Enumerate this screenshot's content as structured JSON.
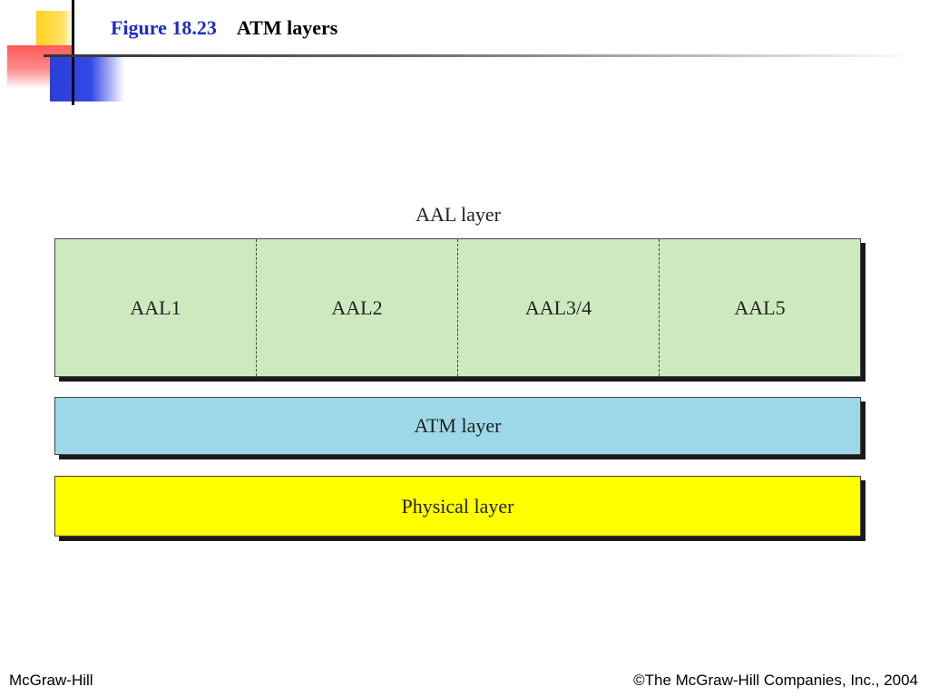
{
  "header": {
    "figure_number": "Figure 18.23",
    "figure_title": "ATM layers"
  },
  "diagram": {
    "aal_title": "AAL layer",
    "aal_cells": [
      "AAL1",
      "AAL2",
      "AAL3/4",
      "AAL5"
    ],
    "atm_layer": "ATM layer",
    "physical_layer": "Physical layer",
    "colors": {
      "aal": "#cdeabf",
      "atm": "#9cd8e8",
      "physical": "#ffff00"
    }
  },
  "footer": {
    "publisher": "McGraw-Hill",
    "copyright": "©The McGraw-Hill Companies, Inc., 2004"
  }
}
